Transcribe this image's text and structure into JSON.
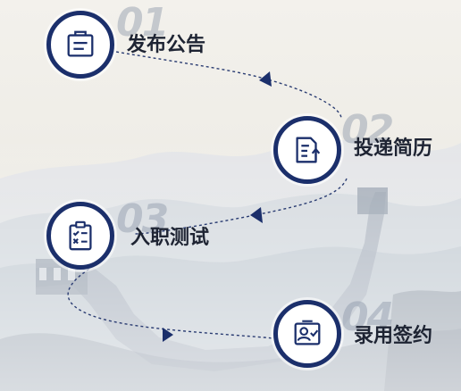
{
  "colors": {
    "accent": "#1b2f6b",
    "connector": "#2a3c72",
    "ghost_number": "#8c96a8"
  },
  "steps": [
    {
      "number": "01",
      "label": "发布公告",
      "icon": "notice-board-icon"
    },
    {
      "number": "02",
      "label": "投递简历",
      "icon": "document-upload-icon"
    },
    {
      "number": "03",
      "label": "入职测试",
      "icon": "checklist-clipboard-icon"
    },
    {
      "number": "04",
      "label": "录用签约",
      "icon": "id-card-check-icon"
    }
  ]
}
